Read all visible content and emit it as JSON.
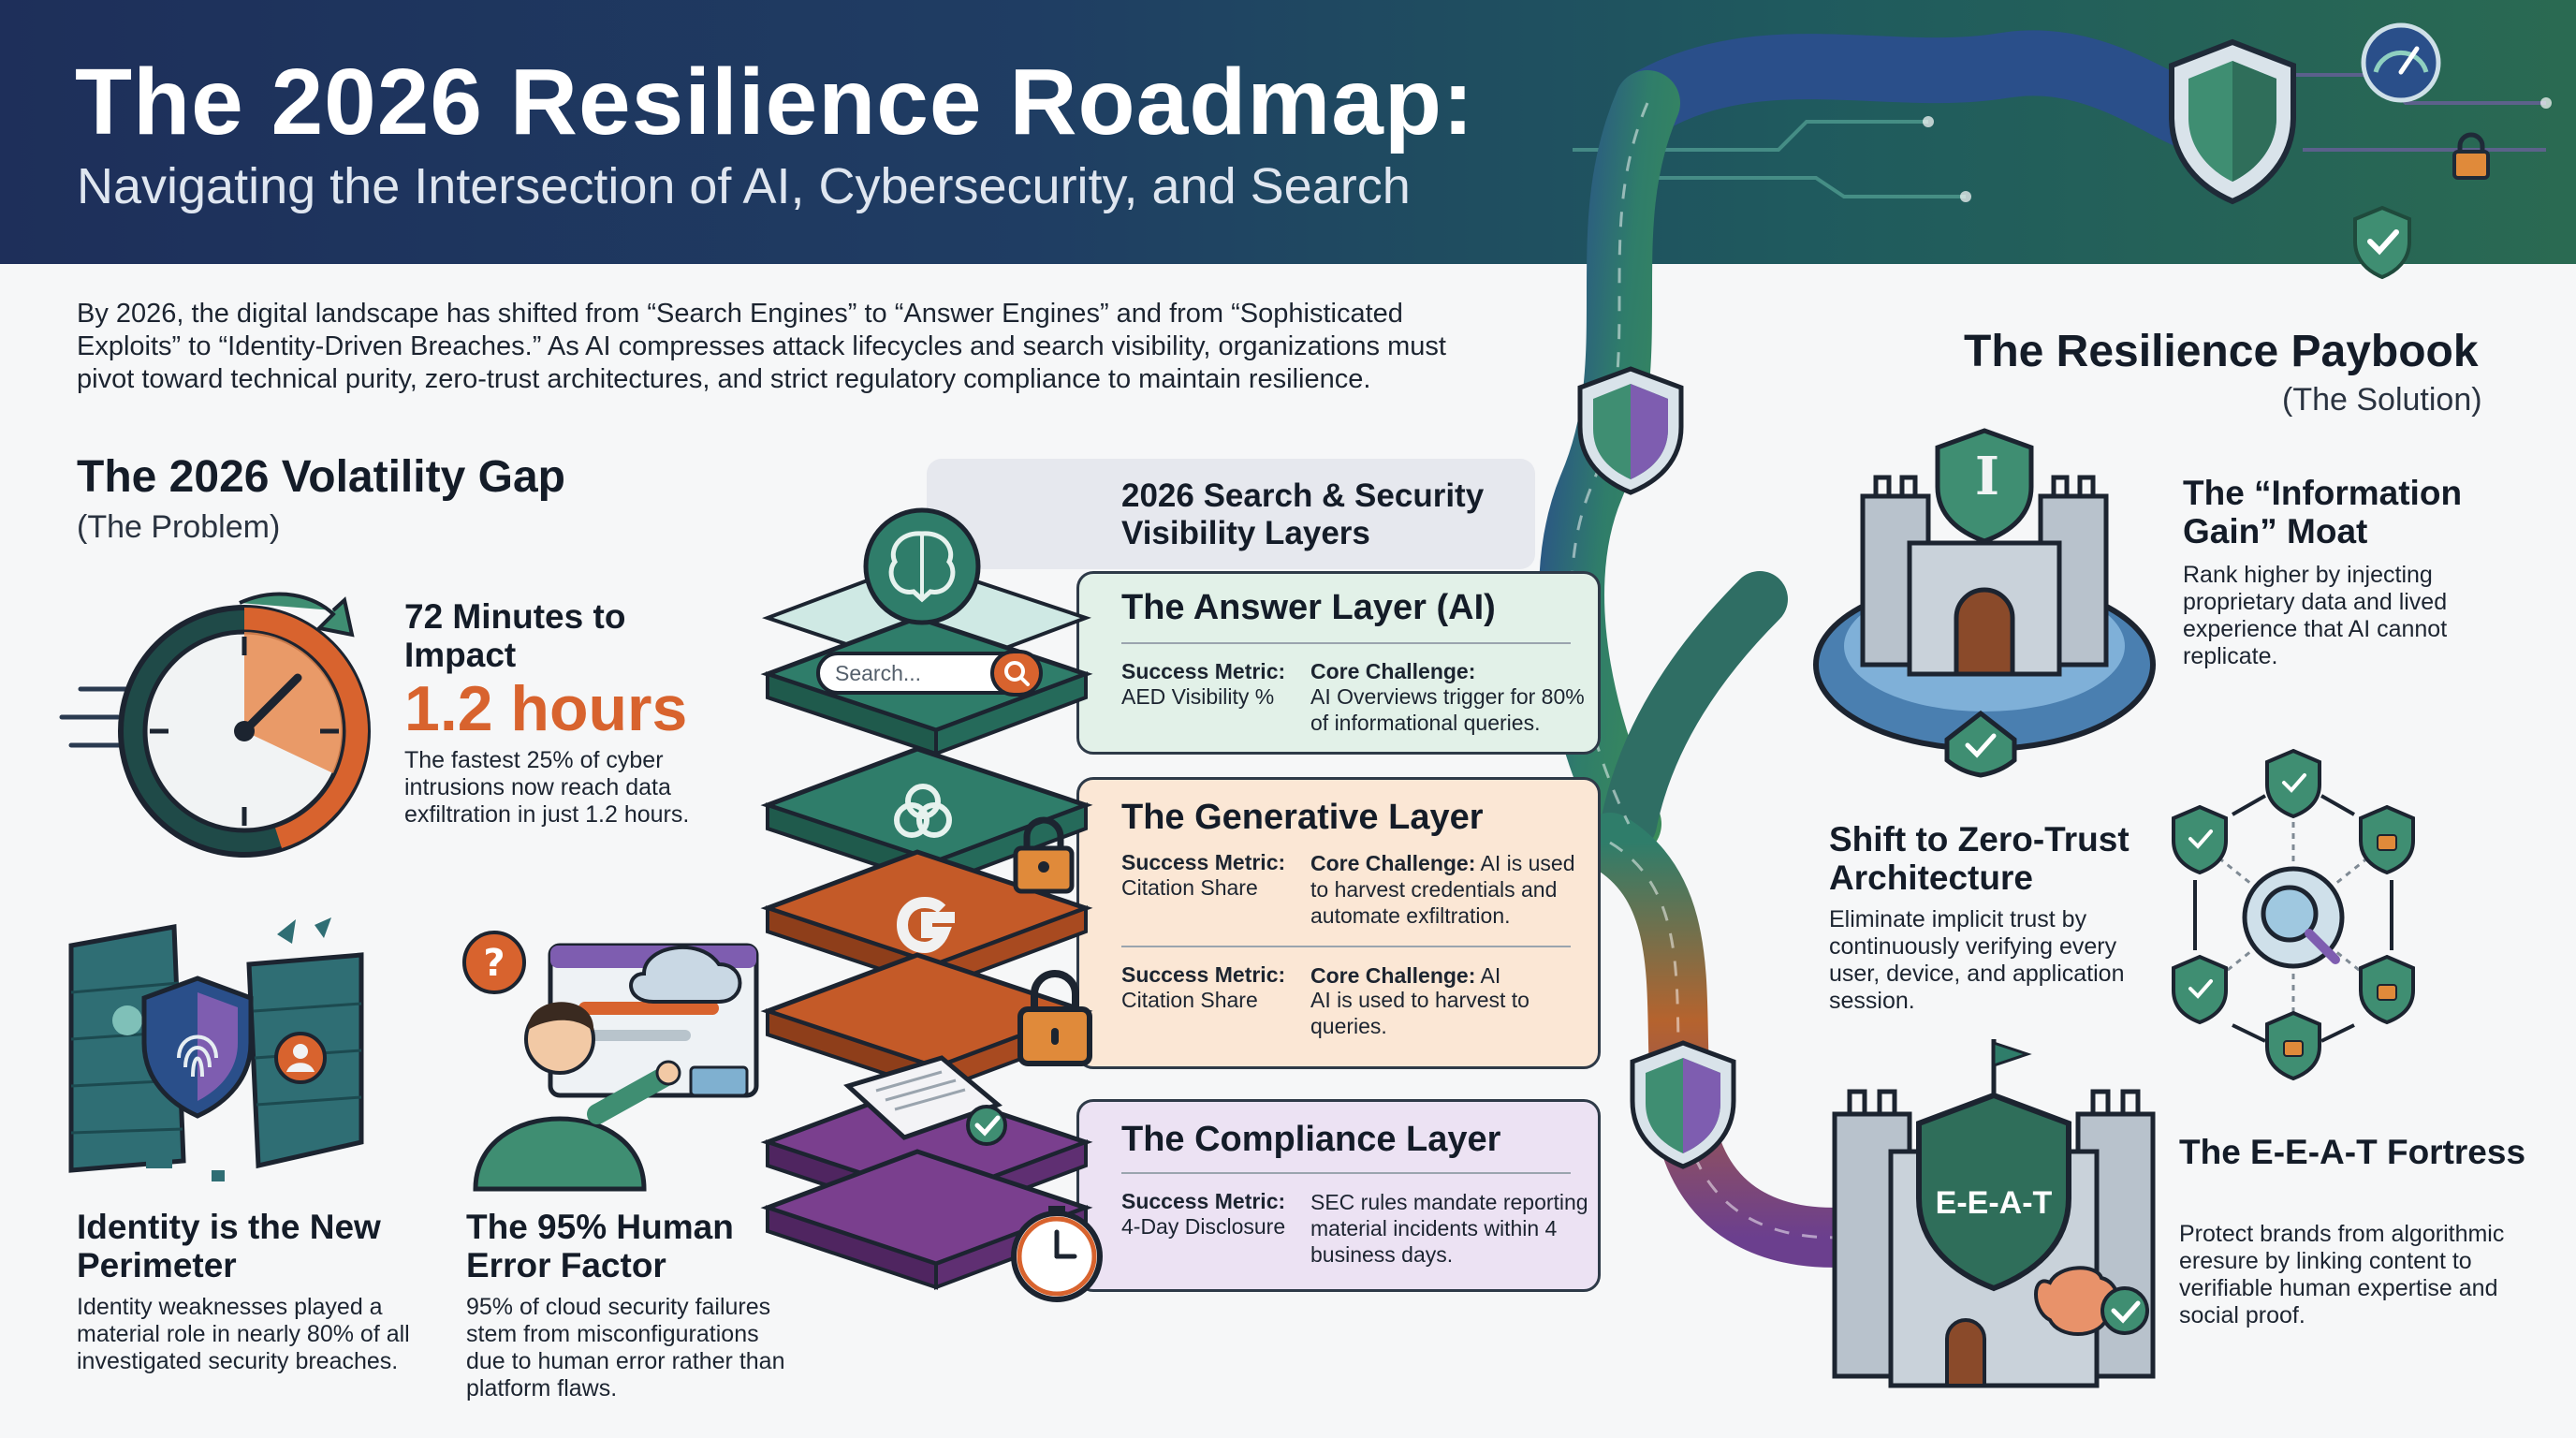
{
  "header": {
    "title": "The 2026 Resilience Roadmap:",
    "subtitle": "Navigating the Intersection of AI, Cybersecurity, and Search"
  },
  "intro": "By 2026, the digital landscape has shifted from “Search Engines” to “Answer Engines” and from “Sophisticated Exploits” to “Identity-Driven Breaches.” As AI compresses attack lifecycles and search visibility, organizations must pivot toward technical purity, zero-trust architectures, and strict regulatory compliance to maintain resilience.",
  "problem": {
    "title": "The 2026 Volatility Gap",
    "subtitle": "(The Problem)",
    "impact": {
      "heading": "72 Minutes to Impact",
      "value": "1.2 hours",
      "text": "The fastest 25% of cyber intrusions now reach data exfiltration in just 1.2 hours."
    },
    "identity": {
      "heading": "Identity is the New Perimeter",
      "text": "Identity weaknesses played a material role in nearly 80% of all investigated security breaches."
    },
    "human": {
      "heading": "The 95% Human Error Factor",
      "text": "95% of cloud security failures stem from misconfigurations due to human error rather than platform flaws."
    }
  },
  "layers": {
    "header": "2026 Search & Security Visibility Layers",
    "search_placeholder": "Search...",
    "answer": {
      "title": "The Answer Layer (AI)",
      "metric_label": "Success Metric:",
      "metric_value": "AED Visibility %",
      "challenge_label": "Core Challenge:",
      "challenge_text": "AI Overviews trigger for 80% of informational queries."
    },
    "generative": {
      "title": "The Generative Layer",
      "metric_label": "Success Metric:",
      "metric_value": "Citation Share",
      "challenge_label": "Core Challenge:",
      "challenge_rest": " AI is used to harvest credentials and automate exfiltration.",
      "metric_label_2": "Success Metric:",
      "metric_value_2": "Citation Share",
      "challenge_label_2": "Core Challenge:",
      "challenge_rest_2": " AI",
      "challenge_text_2": "AI is used to harvest to queries."
    },
    "compliance": {
      "title": "The Compliance Layer",
      "metric_label": "Success Metric:",
      "metric_value": "4-Day Disclosure",
      "challenge_text": "SEC rules mandate reporting material incidents within 4 business days."
    }
  },
  "solution": {
    "title": "The Resilience Paybook",
    "subtitle": "(The Solution)",
    "moat": {
      "heading": "The “Information Gain” Moat",
      "text": "Rank higher by injecting proprietary data and lived experience that AI cannot replicate.",
      "badge": "I"
    },
    "zero_trust": {
      "heading": "Shift to Zero-Trust Architecture",
      "text": "Eliminate implicit trust by continuously verifying every user, device, and application session."
    },
    "eeat": {
      "heading": "The E-E-A-T Fortress",
      "text": "Protect brands from algorithmic eresure by linking content to verifiable human expertise and social proof.",
      "badge": "E-E-A-T"
    }
  },
  "colors": {
    "header_start": "#1e2f5a",
    "header_end": "#2a6a52",
    "accent_orange": "#d8632e",
    "answer_panel": "#e2f1e8",
    "generative_panel": "#fbe7d5",
    "compliance_panel": "#ece2f3",
    "teal": "#2f7d6a",
    "purple": "#7a3f8e"
  },
  "icons": [
    "stopwatch-icon",
    "brain-icon",
    "openai-icon",
    "google-g-icon",
    "padlock-icon",
    "document-check-icon",
    "clock-icon",
    "castle-icon",
    "shield-check-icon",
    "magnifier-icon",
    "fortress-icon",
    "cracked-wall-icon",
    "fingerprint-shield-icon",
    "person-thinking-icon",
    "cloud-browser-icon",
    "speedometer-icon"
  ]
}
